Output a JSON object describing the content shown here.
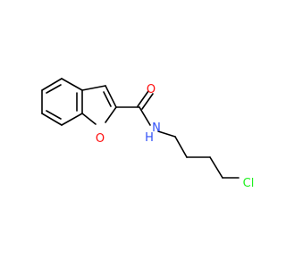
{
  "molecule": {
    "atoms": [
      {
        "id": "o_ring",
        "symbol": "O",
        "color": "#ff0d0d"
      },
      {
        "id": "o_carbonyl",
        "symbol": "O",
        "color": "#ff0d0d"
      },
      {
        "id": "n_amide",
        "symbol": "N",
        "color": "#3050f8"
      },
      {
        "id": "h_amide",
        "symbol": "H",
        "color": "#3050f8"
      },
      {
        "id": "cl",
        "symbol": "Cl",
        "color": "#1ff01f"
      }
    ]
  }
}
